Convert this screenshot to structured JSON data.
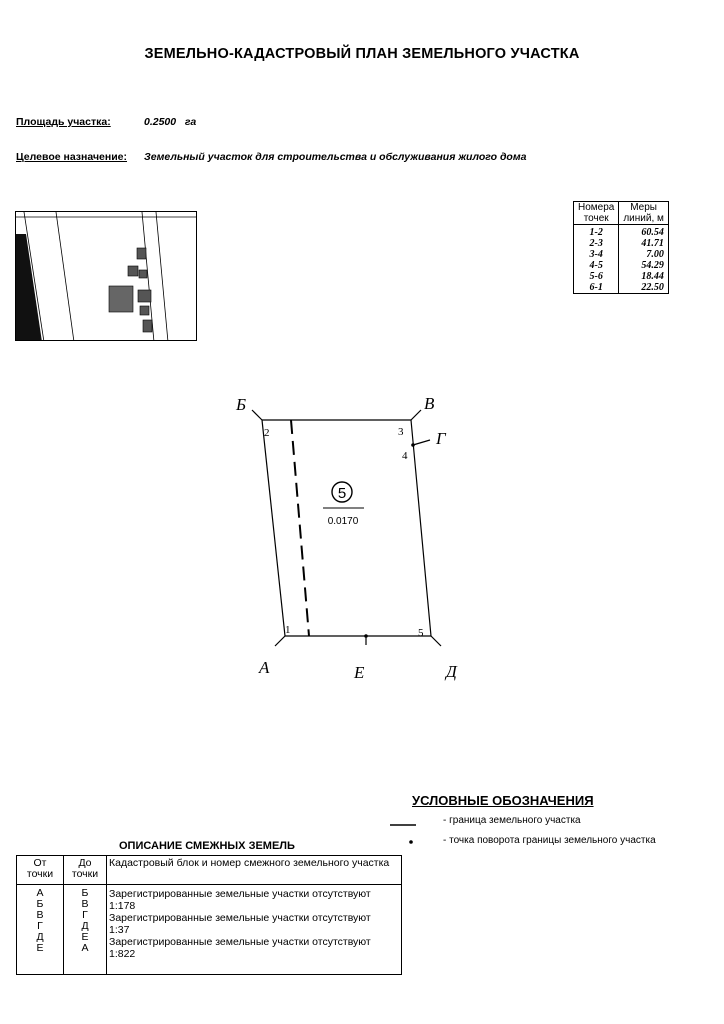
{
  "title": "ЗЕМЕЛЬНО-КАДАСТРОВЫЙ ПЛАН ЗЕМЕЛЬНОГО УЧАСТКА",
  "area": {
    "label": "Площадь участка:",
    "value": "0.2500",
    "unit": "га"
  },
  "purpose": {
    "label": "Целевое назначение:",
    "value": "Земельный участок для строительства и обслуживания жилого дома"
  },
  "measures_table": {
    "header_col1": [
      "Номера",
      "точек"
    ],
    "header_col2": [
      "Меры",
      "линий, м"
    ],
    "rows": [
      {
        "points": "1-2",
        "length": "60.54"
      },
      {
        "points": "2-3",
        "length": "41.71"
      },
      {
        "points": "3-4",
        "length": "7.00"
      },
      {
        "points": "4-5",
        "length": "54.29"
      },
      {
        "points": "5-6",
        "length": "18.44"
      },
      {
        "points": "6-1",
        "length": "22.50"
      }
    ]
  },
  "plan": {
    "parcel_number": "5",
    "parcel_area": "0.0170",
    "points": [
      "1",
      "2",
      "3",
      "4",
      "5"
    ],
    "neighbor_letters": [
      "А",
      "Б",
      "В",
      "Г",
      "Д",
      "Е"
    ]
  },
  "legend": {
    "title": "УСЛОВНЫЕ ОБОЗНАЧЕНИЯ",
    "items": [
      {
        "symbol": "line",
        "text": "- граница земельного участка"
      },
      {
        "symbol": "dot",
        "text": "- точка поворота границы земельного участка"
      }
    ]
  },
  "adjacent": {
    "title": "ОПИСАНИЕ СМЕЖНЫХ ЗЕМЕЛЬ",
    "headers": {
      "from": [
        "От",
        "точки"
      ],
      "to": [
        "До",
        "точки"
      ],
      "desc": "Кадастровый блок и номер смежного земельного участка"
    },
    "from_points": [
      "А",
      "Б",
      "В",
      "Г",
      "Д",
      "Е"
    ],
    "to_points": [
      "Б",
      "В",
      "Г",
      "Д",
      "Е",
      "А"
    ],
    "descriptions": [
      "Зарегистрированные земельные участки отсутствуют",
      "1:178",
      "Зарегистрированные земельные участки отсутствуют",
      "1:37",
      "Зарегистрированные земельные участки отсутствуют",
      "1:822"
    ]
  }
}
